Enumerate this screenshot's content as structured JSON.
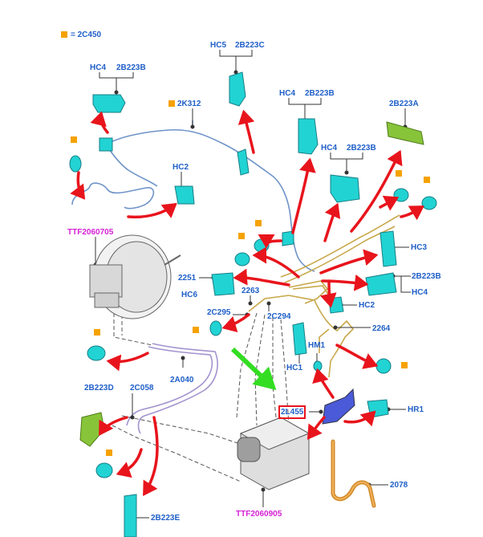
{
  "legend": {
    "symbol_color": "#f5a200",
    "text": "= 2C450"
  },
  "colors": {
    "callout": "#1f5fc8",
    "reference": "#d51fd5",
    "arrow": "#e8141c",
    "highlight_arrow": "#33dd22",
    "part_cyan": "#22d3d3",
    "part_green": "#88c43a",
    "part_sensor": "#d08a2a"
  },
  "labels": {
    "hc4_a": "HC4",
    "b2b223b_a": "2B223B",
    "hc5": "HC5",
    "b2b223c": "2B223C",
    "k312": "2K312",
    "hc2_top": "HC2",
    "hc4_b": "HC4",
    "b2b223b_b": "2B223B",
    "hc4_c": "HC4",
    "b2b223b_c": "2B223B",
    "b2b223a": "2B223A",
    "ttf_top": "TTF2060705",
    "hc3": "HC3",
    "b2251": "2251",
    "hc6": "HC6",
    "b2263": "2263",
    "b2b223b_d": "2B223B",
    "hc4_d": "HC4",
    "c295": "2C295",
    "c294": "2C294",
    "hc2_mid": "HC2",
    "b2264": "2264",
    "hm1": "HM1",
    "hc1": "HC1",
    "a040": "2A040",
    "b2b223d": "2B223D",
    "c058": "2C058",
    "l455": "2L455",
    "hr1": "HR1",
    "b2078": "2078",
    "b2b223e": "2B223E",
    "ttf_bottom": "TTF2060905"
  }
}
